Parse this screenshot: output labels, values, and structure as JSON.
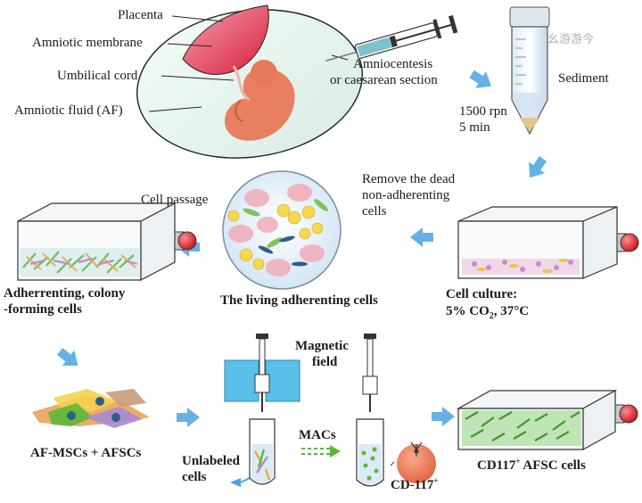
{
  "colors": {
    "arrow_blue": "#4aa3e0",
    "placenta_red": "#e23a4e",
    "fetus_orange": "#e8785a",
    "culture_green": "#5cb83c",
    "cap_red": "#e02a2a",
    "cell_red": "#e8785a",
    "magnet_blue": "#5bc0e8",
    "label_grey": "#b0b0b0"
  },
  "amniotic": {
    "placenta": "Placenta",
    "membrane": "Amniotic membrane",
    "cord": "Umbilical cord",
    "fluid": "Amniotic fluid (AF)"
  },
  "collection": {
    "line1": "Amniocentesis",
    "line2": "or caesarean section"
  },
  "centrifuge": {
    "sediment": "Sediment",
    "speed": "1500 rpn",
    "time": "5 min"
  },
  "watermark": "幺游游今",
  "culture": {
    "remove_line1": "Remove the dead",
    "remove_line2": "non-adherenting",
    "remove_line3": "cells",
    "culture_line1": "Cell culture:",
    "culture_co2_prefix": "5% CO",
    "culture_co2_sub": "2",
    "culture_co2_suffix": ", 37°C"
  },
  "passage": {
    "cell_passage": "Cell passage",
    "living": "The living adherenting cells",
    "colony_line1": "Adherrenting, colony",
    "colony_line2": "-forming cells"
  },
  "sorting": {
    "mixed": "AF-MSCs + AFSCs",
    "magnetic_line1": "Magnetic",
    "magnetic_line2": "field",
    "unlabeled_line1": "Unlabeled",
    "unlabeled_line2": "cells",
    "macs": "MACs",
    "cd117_prefix": "CD-117",
    "cd117_sup": "+",
    "result_prefix": "CD117",
    "result_sup": "+",
    "result_suffix": " AFSC cells"
  }
}
